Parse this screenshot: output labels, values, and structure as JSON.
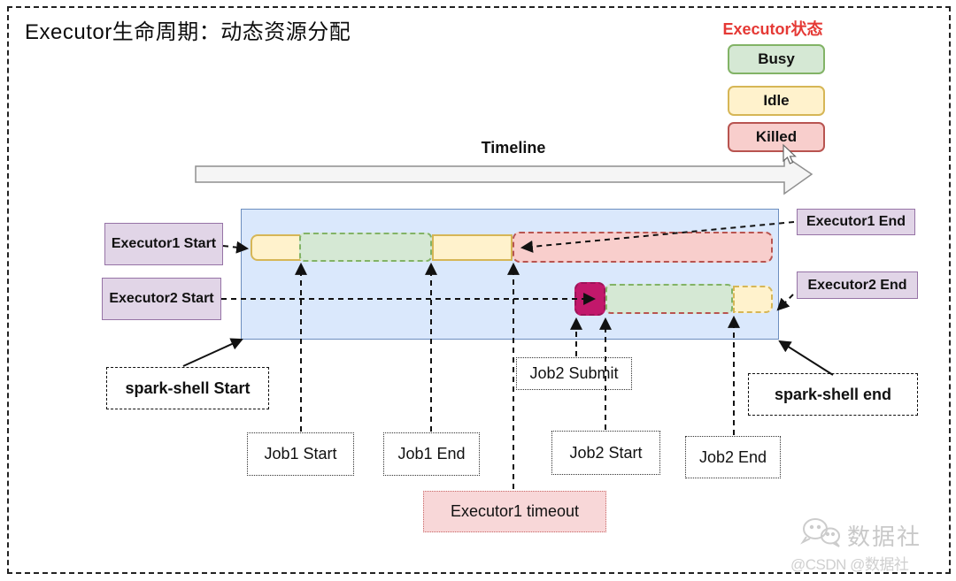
{
  "title": "Executor生命周期：动态资源分配",
  "legend": {
    "title": "Executor状态",
    "title_color": "#e53935",
    "items": [
      {
        "label": "Busy",
        "fill": "#d5e8d4",
        "border": "#82b366"
      },
      {
        "label": "Idle",
        "fill": "#fff2cc",
        "border": "#d6b656"
      },
      {
        "label": "Killed",
        "fill": "#f8cecc",
        "border": "#b85450"
      }
    ]
  },
  "timeline": {
    "label": "Timeline"
  },
  "executors": {
    "executor1": {
      "start_label": "Executor1 Start",
      "end_label": "Executor1 End",
      "segments": [
        {
          "state": "Idle"
        },
        {
          "state": "Busy"
        },
        {
          "state": "Idle"
        },
        {
          "state": "Killed"
        }
      ]
    },
    "executor2": {
      "start_label": "Executor2 Start",
      "end_label": "Executor2 End",
      "segments": [
        {
          "state": "Job2 Submit",
          "fill": "#c2186b",
          "border": "#9c1458"
        },
        {
          "state": "Busy"
        },
        {
          "state": "Idle"
        }
      ]
    }
  },
  "events": {
    "spark_shell_start": "spark-shell Start",
    "spark_shell_end": "spark-shell end",
    "job1_start": "Job1 Start",
    "job1_end": "Job1 End",
    "job2_submit": "Job2 Submit",
    "job2_start": "Job2 Start",
    "job2_end": "Job2 End",
    "executor1_timeout": "Executor1 timeout"
  },
  "colors": {
    "container_fill": "#dae8fc",
    "container_border": "#6c8ebf",
    "label_fill": "#e1d5e7",
    "label_border": "#9673a6",
    "timeout_fill": "#f8d7d8",
    "timeout_border": "#c86a6a"
  },
  "watermark": {
    "brand": "数据社",
    "handle": "@CSDN @数据社"
  }
}
